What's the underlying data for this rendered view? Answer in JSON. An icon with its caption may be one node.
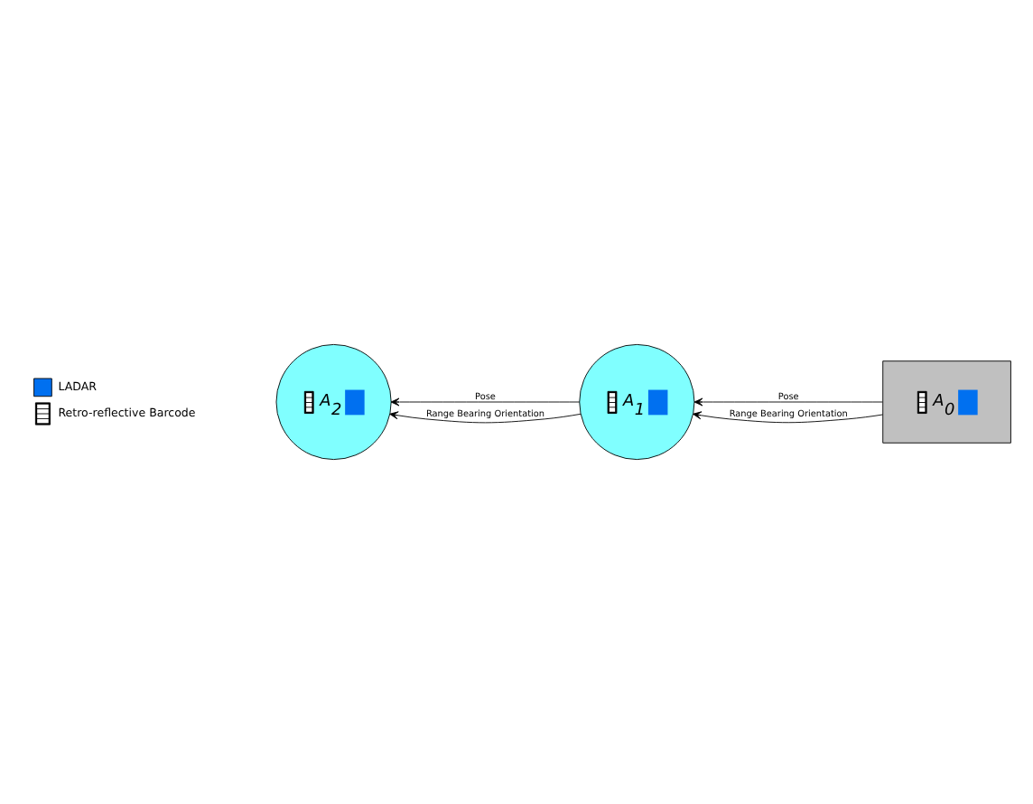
{
  "diagram": {
    "nodes": [
      {
        "text": [
          "A$_{2}$"
        ]
      },
      {
        "text": [
          "A$_{1}$"
        ]
      },
      {
        "text": [
          "A$_{0}$"
        ]
      }
    ],
    "edges": [
      {
        "from": 1,
        "to": 0,
        "arrow": "to",
        "label": "Pose"
      },
      {
        "from": 2,
        "to": 1,
        "arrow": "to",
        "label": "Pose"
      },
      {
        "from": 1,
        "to": 0,
        "arrow": "to",
        "label": "Range Bearing Orientation"
      },
      {
        "from": 2,
        "to": 1,
        "arrow": "to",
        "label": "Range Bearing Orientation"
      }
    ],
    "legend": [
      {
        "text": "LADAR",
        "color": "#0070f0"
      },
      {
        "text": "Retro-reflective Barcode"
      }
    ]
  }
}
